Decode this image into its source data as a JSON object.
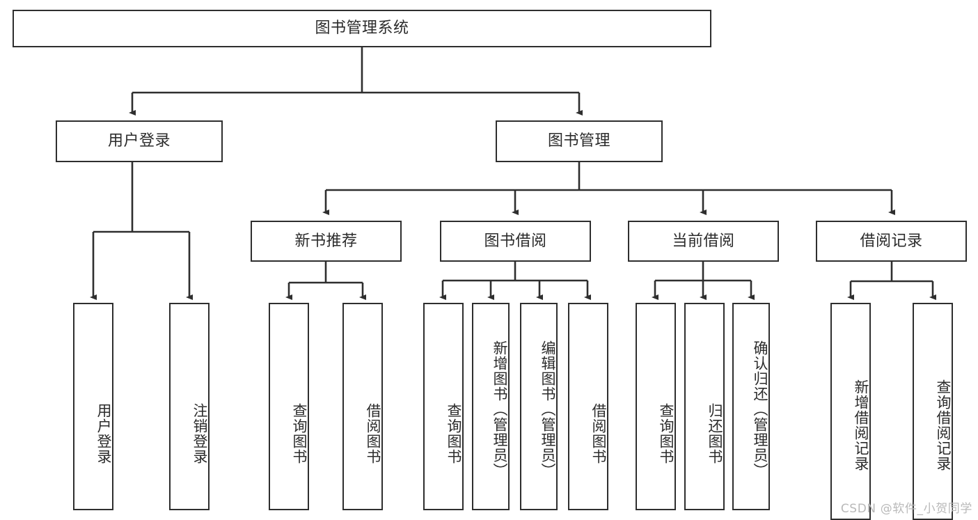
{
  "diagram": {
    "type": "tree",
    "title": "图书管理系统",
    "orientation": "top-down",
    "colors": {
      "background": "#ffffff",
      "box_fill": "#ffffff",
      "box_stroke": "#2e2e2e",
      "text": "#2b2b2b",
      "edge": "#2e2e2e",
      "watermark": "#b9b9b9"
    },
    "watermark": "CSDN @软件_小贺同学",
    "levels": [
      {
        "level": 1,
        "nodes": [
          {
            "id": "root",
            "label": "图书管理系统",
            "orientation": "horizontal"
          }
        ]
      },
      {
        "level": 2,
        "nodes": [
          {
            "id": "login",
            "label": "用户登录",
            "orientation": "horizontal",
            "parent": "root"
          },
          {
            "id": "bookmgmt",
            "label": "图书管理",
            "orientation": "horizontal",
            "parent": "root"
          }
        ]
      },
      {
        "level": 3,
        "nodes": [
          {
            "id": "newbook",
            "label": "新书推荐",
            "orientation": "horizontal",
            "parent": "bookmgmt"
          },
          {
            "id": "borrow",
            "label": "图书借阅",
            "orientation": "horizontal",
            "parent": "bookmgmt"
          },
          {
            "id": "current",
            "label": "当前借阅",
            "orientation": "horizontal",
            "parent": "bookmgmt"
          },
          {
            "id": "records",
            "label": "借阅记录",
            "orientation": "horizontal",
            "parent": "bookmgmt"
          }
        ]
      },
      {
        "level": 4,
        "nodes": [
          {
            "id": "leaf-user-login",
            "label": "用户登录",
            "orientation": "vertical",
            "parent": "login"
          },
          {
            "id": "leaf-user-logout",
            "label": "注销登录",
            "orientation": "vertical",
            "parent": "login"
          },
          {
            "id": "leaf-query-book-1",
            "label": "查询图书",
            "orientation": "vertical",
            "parent": "newbook"
          },
          {
            "id": "leaf-borrow-book-1",
            "label": "借阅图书",
            "orientation": "vertical",
            "parent": "newbook"
          },
          {
            "id": "leaf-query-book-2",
            "label": "查询图书",
            "orientation": "vertical",
            "parent": "borrow"
          },
          {
            "id": "leaf-add-book",
            "label": "新增图书（管理员）",
            "orientation": "vertical",
            "parent": "borrow"
          },
          {
            "id": "leaf-edit-book",
            "label": "编辑图书（管理员）",
            "orientation": "vertical",
            "parent": "borrow"
          },
          {
            "id": "leaf-borrow-book-2",
            "label": "借阅图书",
            "orientation": "vertical",
            "parent": "borrow"
          },
          {
            "id": "leaf-query-book-3",
            "label": "查询图书",
            "orientation": "vertical",
            "parent": "current"
          },
          {
            "id": "leaf-return-book",
            "label": "归还图书",
            "orientation": "vertical",
            "parent": "current"
          },
          {
            "id": "leaf-confirm-return",
            "label": "确认归还（管理员）",
            "orientation": "vertical",
            "parent": "current"
          },
          {
            "id": "leaf-add-record",
            "label": "新增借阅记录",
            "orientation": "vertical",
            "parent": "records"
          },
          {
            "id": "leaf-query-record",
            "label": "查询借阅记录",
            "orientation": "vertical",
            "parent": "records"
          }
        ]
      }
    ]
  }
}
